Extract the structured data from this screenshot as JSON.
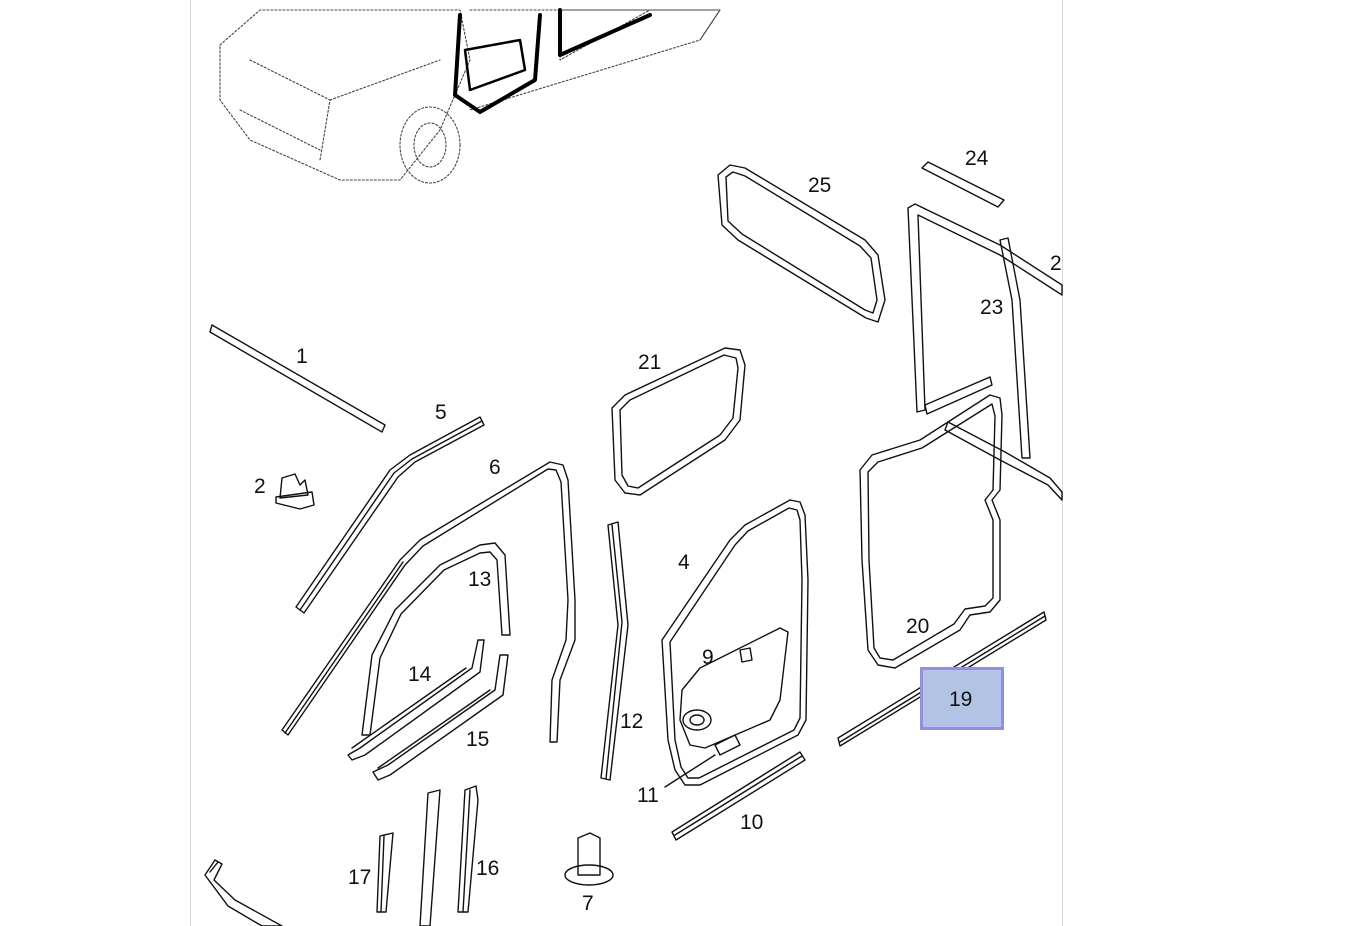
{
  "diagram": {
    "callouts": [
      "1",
      "2",
      "5",
      "6",
      "13",
      "14",
      "15",
      "21",
      "4",
      "9",
      "12",
      "11",
      "10",
      "20",
      "19",
      "23",
      "25",
      "24",
      "2",
      "17",
      "16",
      "7"
    ],
    "highlighted_callout": "19",
    "highlight_color": "#b3c3e3",
    "highlight_border": "#8f8fe8"
  }
}
